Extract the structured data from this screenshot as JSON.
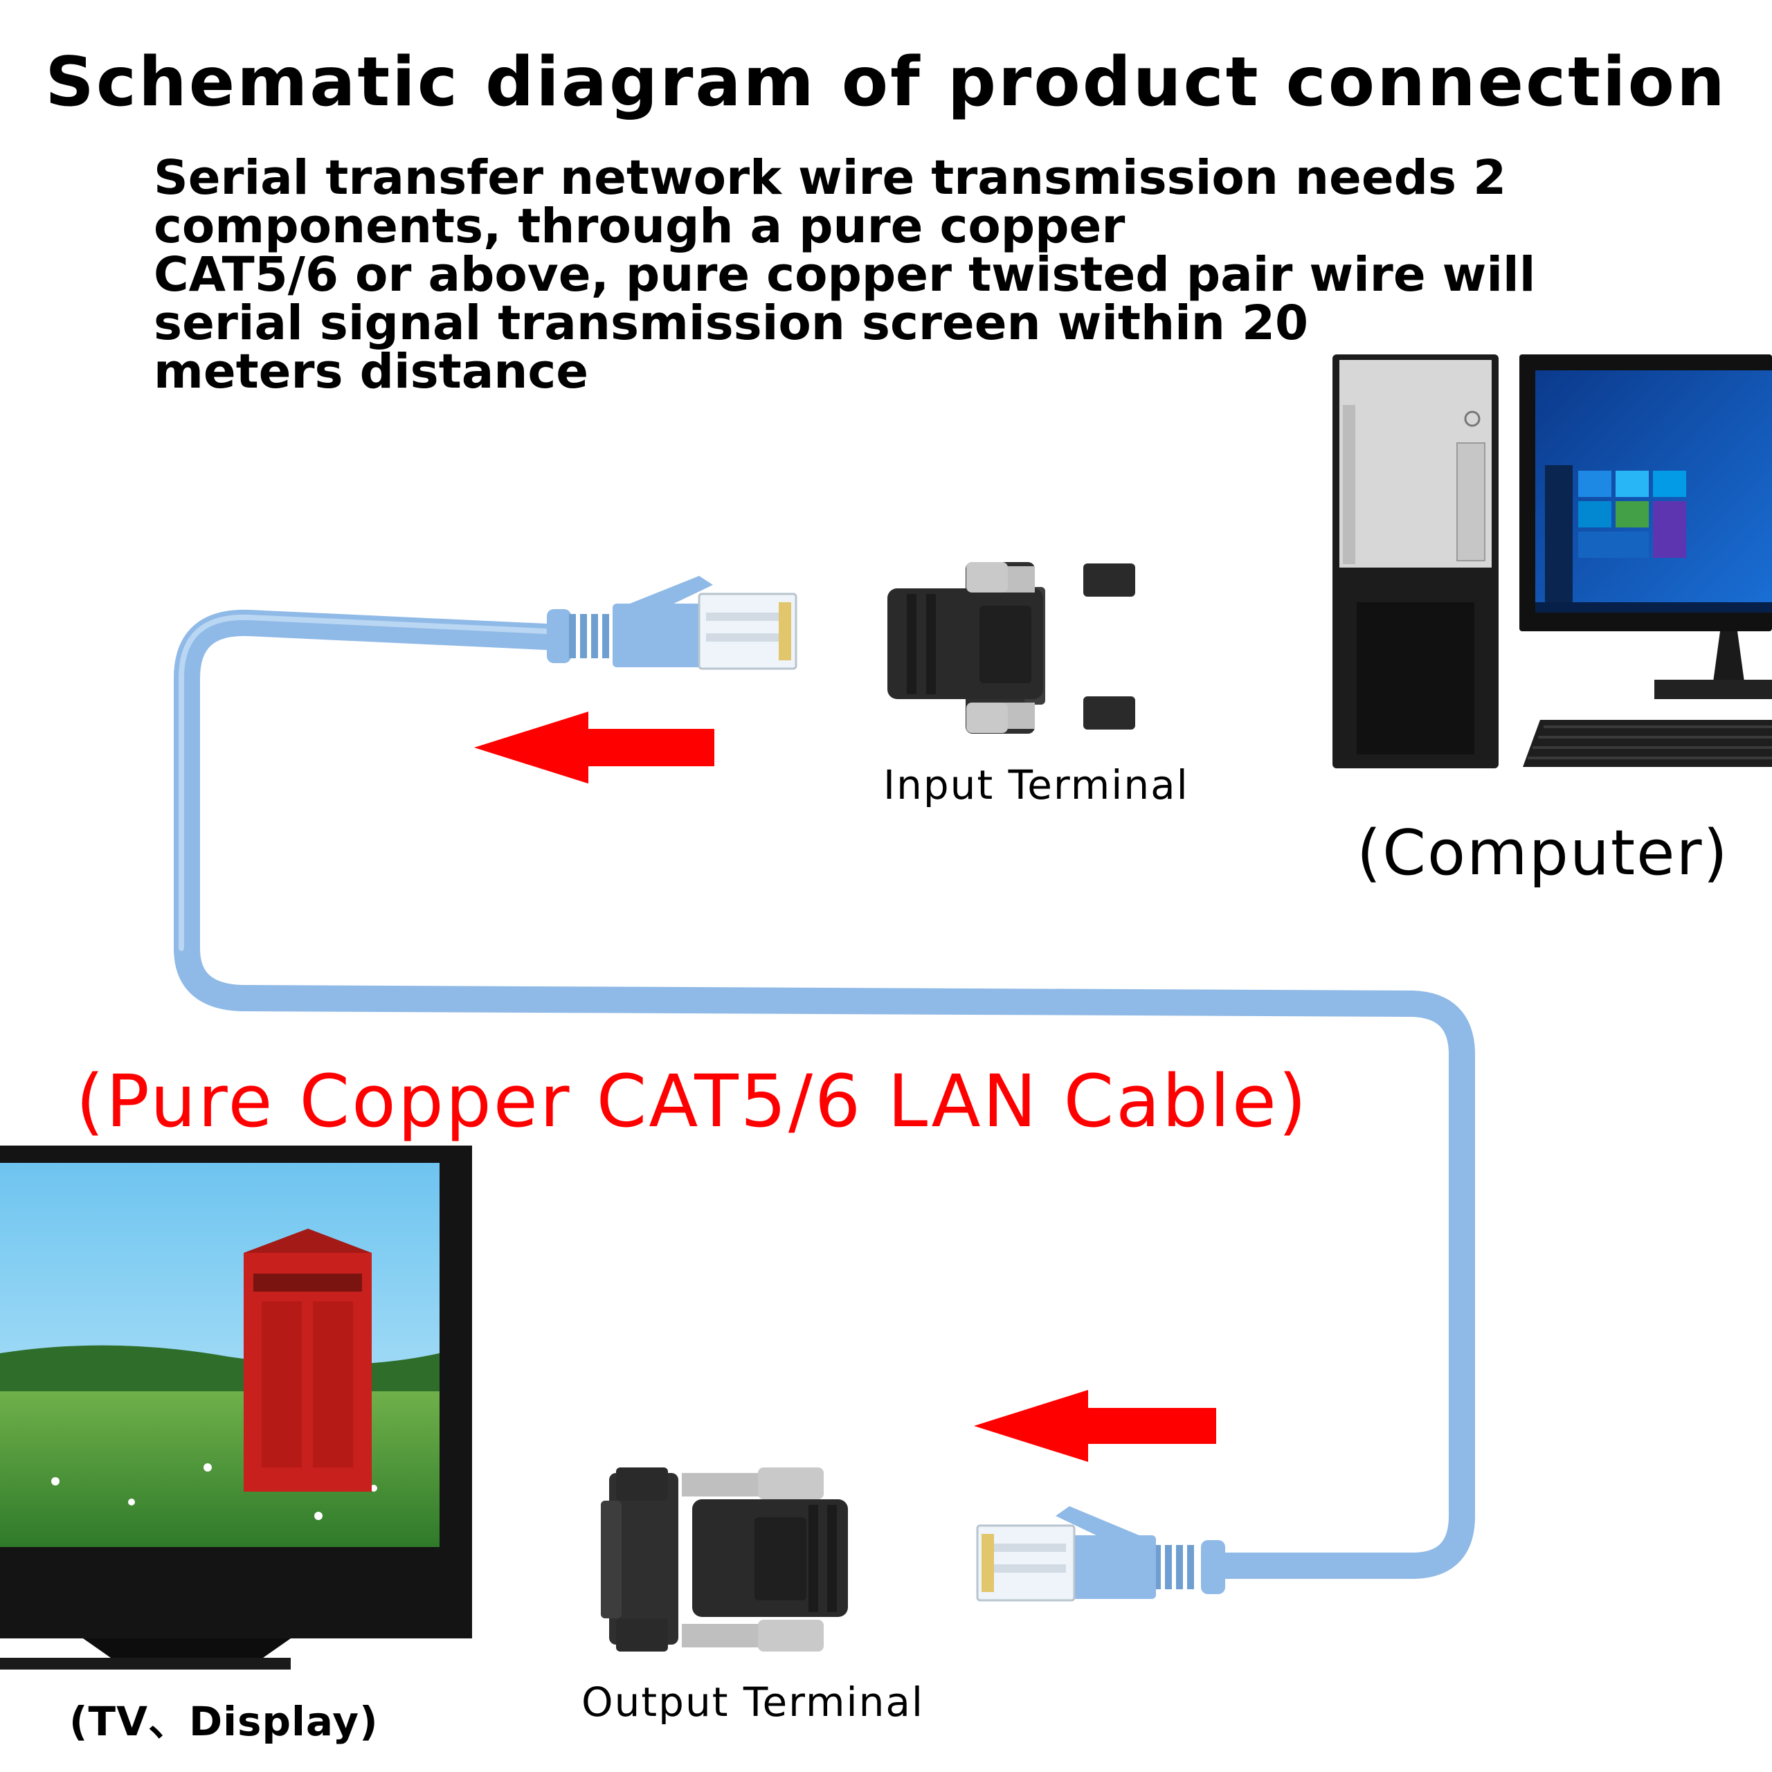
{
  "title": "Schematic diagram of product connection",
  "description_lines": [
    "Serial transfer network wire transmission needs 2",
    "components, through a pure copper",
    "CAT5/6 or above, pure copper twisted pair wire will",
    "serial signal transmission screen within 20",
    "meters distance"
  ],
  "cable_label": "(Pure Copper CAT5/6 LAN Cable)",
  "input_terminal_label": "Input Terminal",
  "output_terminal_label": "Output Terminal",
  "computer_label": "(Computer)",
  "tv_label": "(TV、Display)",
  "colors": {
    "cable": "#8fb9e6",
    "arrow": "#ff0000",
    "adapter": "#2a2a2a",
    "cable_label": "#ff0000"
  },
  "icons": [
    "rj45-plug-icon",
    "db9-adapter-icon",
    "computer-tower-icon",
    "monitor-icon",
    "keyboard-icon",
    "tv-icon",
    "arrow-left-icon"
  ]
}
